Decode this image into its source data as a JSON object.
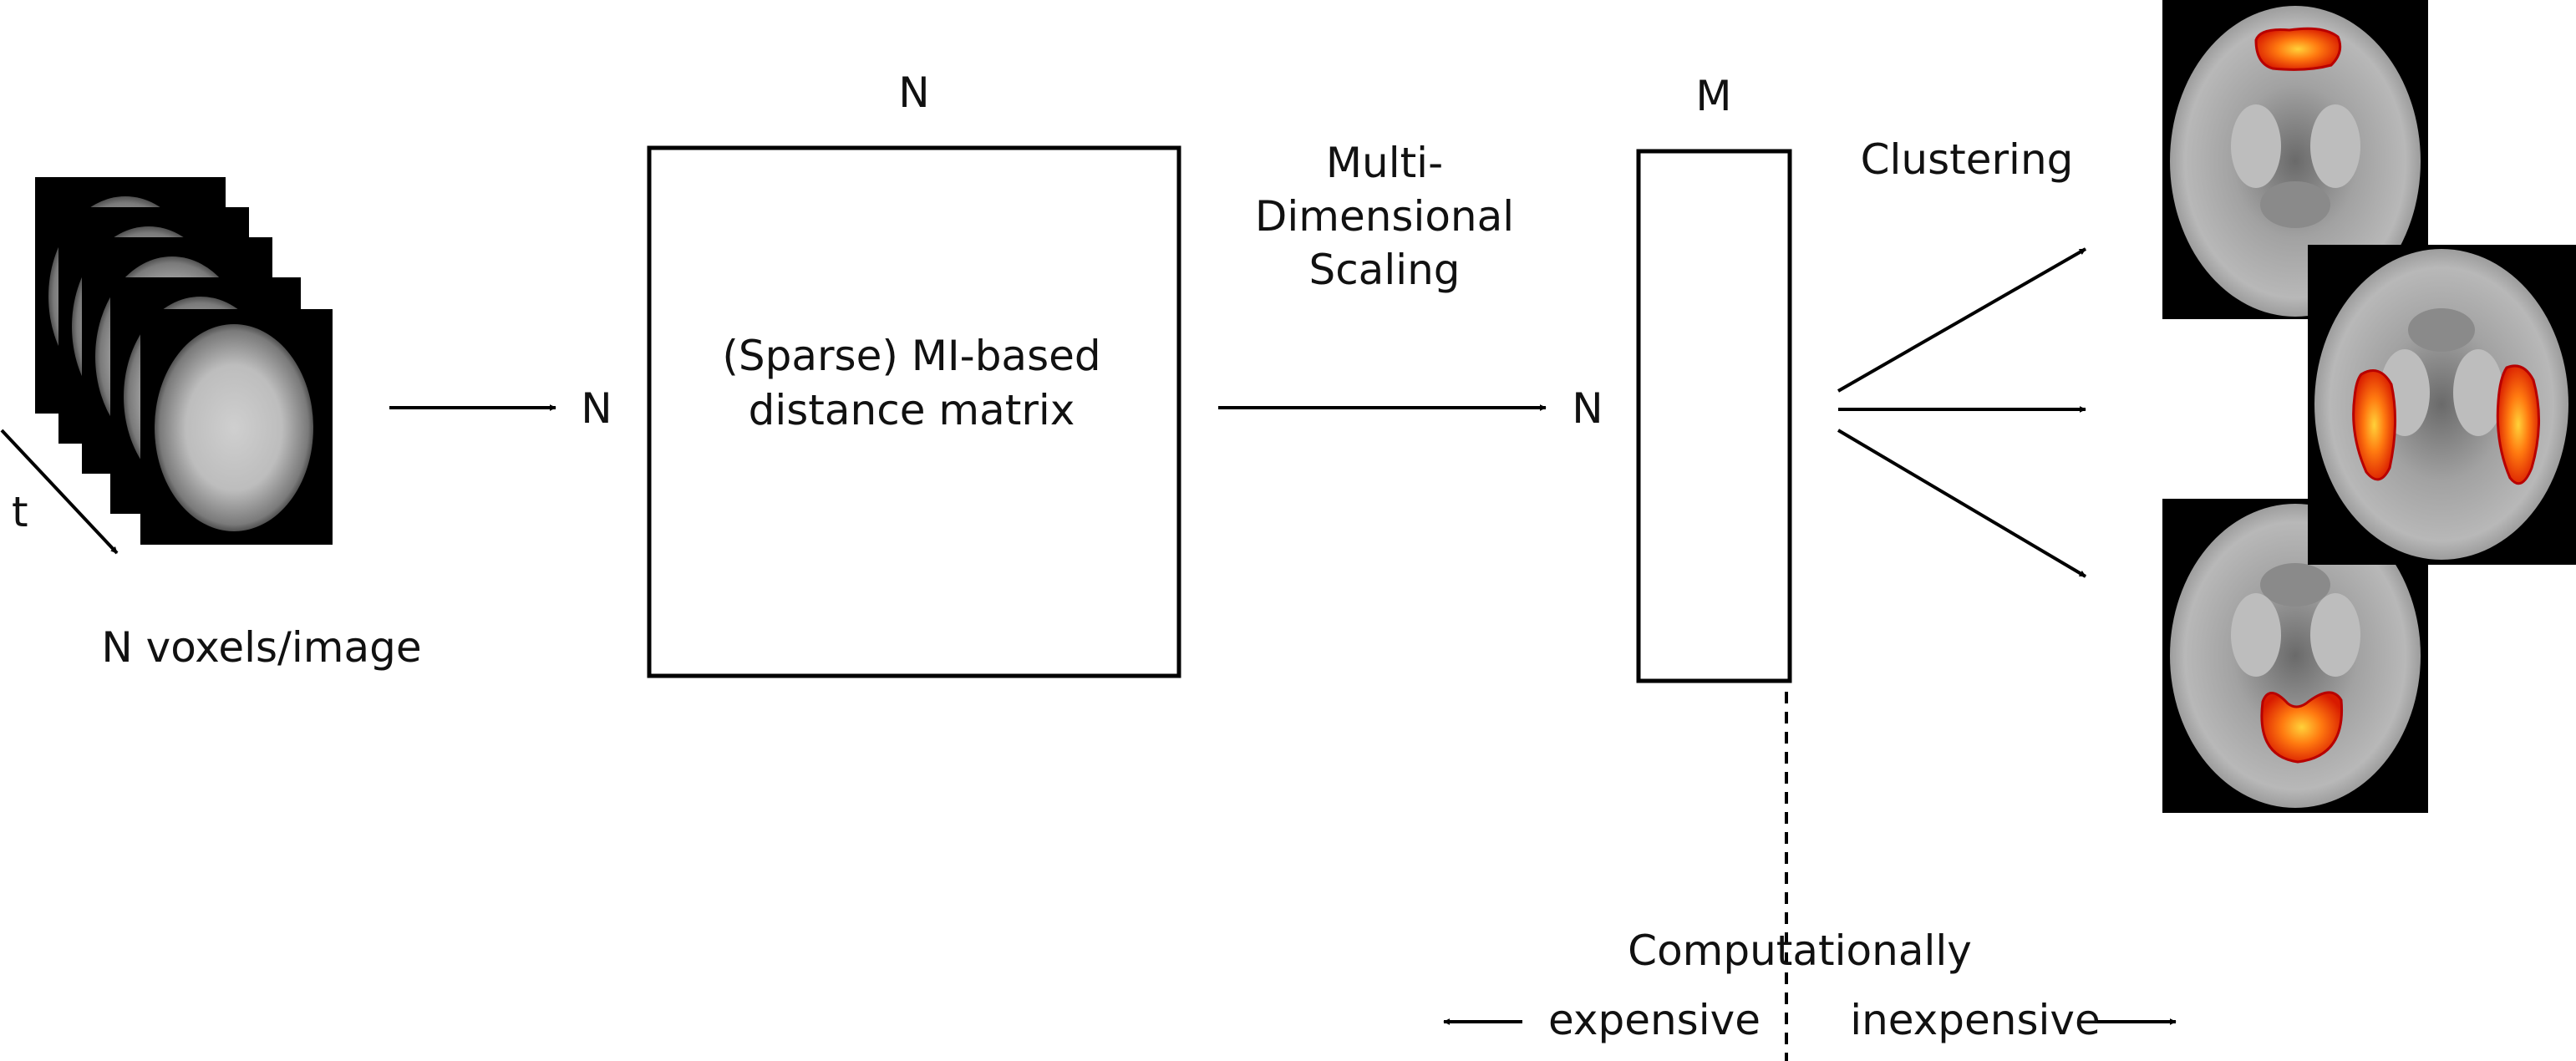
{
  "input": {
    "time_label": "t",
    "caption": "N voxels/image"
  },
  "matrix": {
    "col_label": "N",
    "row_label": "N",
    "text_line1": "(Sparse) MI-based",
    "text_line2": "distance matrix"
  },
  "mds": {
    "line1": "Multi-",
    "line2": "Dimensional",
    "line3": "Scaling"
  },
  "reduced": {
    "col_label": "M",
    "row_label": "N"
  },
  "clustering": {
    "label": "Clustering"
  },
  "cost": {
    "heading": "Computationally",
    "left": "expensive",
    "right": "inexpensive"
  },
  "colors": {
    "line": "#000000",
    "activation": "#ff3a00",
    "brain": "#9a9a9a"
  }
}
